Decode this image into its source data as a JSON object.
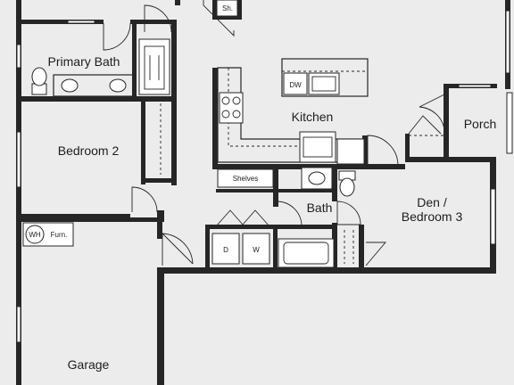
{
  "rooms": {
    "primary_bath": "Primary Bath",
    "bedroom_2": "Bedroom 2",
    "kitchen": "Kitchen",
    "porch": "Porch",
    "bath": "Bath",
    "den_line1": "Den /",
    "den_line2": "Bedroom 3",
    "garage": "Garage"
  },
  "fixtures": {
    "shower_short": "Sh.",
    "dishwasher": "DW",
    "shelves": "Shelves",
    "water_heater": "WH",
    "furnace": "Furn.",
    "dryer": "D",
    "washer": "W"
  }
}
